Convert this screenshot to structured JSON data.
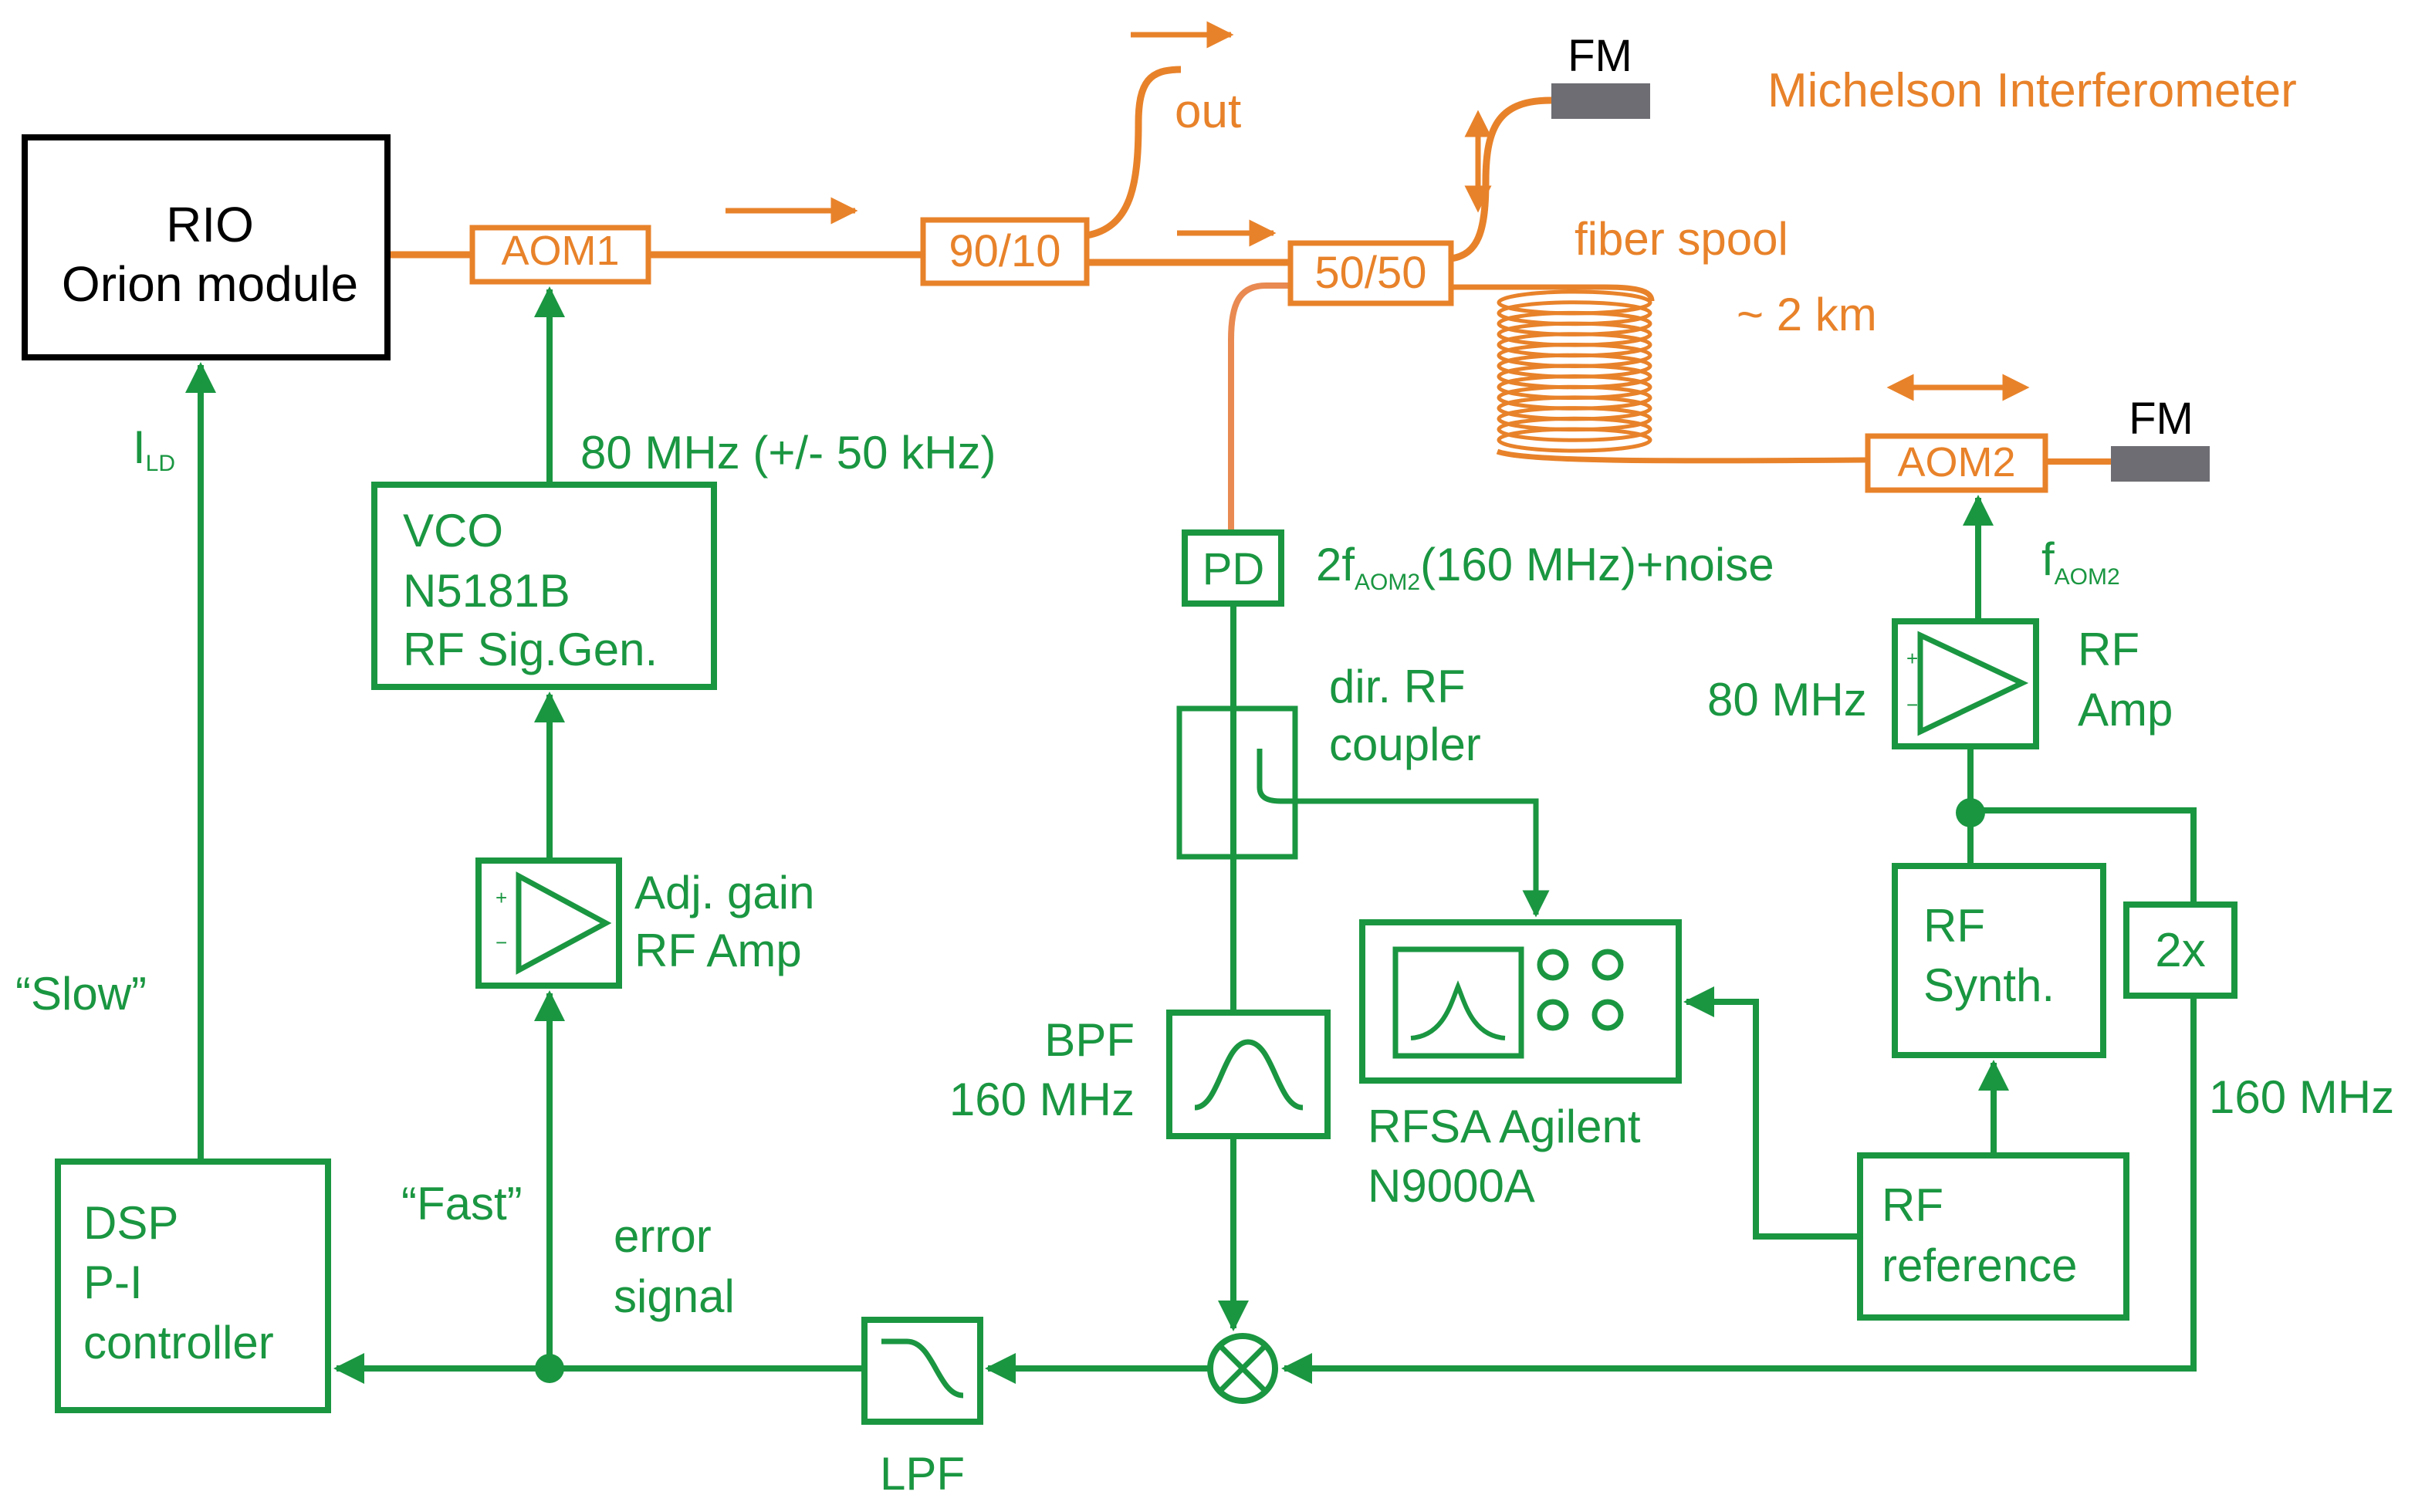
{
  "colors": {
    "green": "#1a9641",
    "orange": "#e8822a",
    "fiber": "#e8822a",
    "fiber_light": "#e98a52",
    "mirror": "#6d6d73",
    "black": "#000000"
  },
  "icons": {
    "amplifier": "triangle-amp-icon",
    "bandpass": "bandpass-curve-icon",
    "lowpass": "lowpass-curve-icon",
    "mixer": "mixer-x-circle-icon",
    "coil": "fiber-coil-icon",
    "analyzer": "spectrum-analyzer-icon"
  },
  "blocks": {
    "rio_line1": "RIO",
    "rio_line2": "Orion module",
    "aom1": "AOM1",
    "splitter_90_10": "90/10",
    "splitter_50_50": "50/50",
    "aom2": "AOM2",
    "fm_top": "FM",
    "fm_right": "FM",
    "vco_line1": "VCO",
    "vco_line2": "N5181B",
    "vco_line3": "RF Sig.Gen.",
    "pd": "PD",
    "dsp_line1": "DSP",
    "dsp_line2": "P-I",
    "dsp_line3": "controller",
    "rf_synth_line1": "RF",
    "rf_synth_line2": "Synth.",
    "rf_ref_line1": "RF",
    "rf_ref_line2": "reference",
    "doubler": "2x"
  },
  "labels": {
    "michelson": "Michelson Interferometer",
    "out": "out",
    "fiber_spool": "fiber spool",
    "spool_length": "~ 2 km",
    "vco_freq": "80 MHz (+/- 50 kHz)",
    "i_ld_main": "I",
    "i_ld_sub": "LD",
    "pd_signal_pre": "2f",
    "pd_signal_sub": "AOM2",
    "pd_signal_post": "(160 MHz)+noise",
    "f_aom2_main": "f",
    "f_aom2_sub": "AOM2",
    "amp2_freq": "80 MHz",
    "amp2_line1": "RF",
    "amp2_line2": "Amp",
    "coupler_line1": "dir. RF",
    "coupler_line2": "coupler",
    "adj_amp_line1": "Adj. gain",
    "adj_amp_line2": "RF Amp",
    "slow": "“Slow”",
    "fast": "“Fast”",
    "error_line1": "error",
    "error_line2": "signal",
    "bpf_line1": "BPF",
    "bpf_line2": "160 MHz",
    "rfsa_line1": "RFSA Agilent",
    "rfsa_line2": "N9000A",
    "doubler_freq": "160 MHz",
    "lpf": "LPF",
    "plus": "+",
    "minus": "−"
  }
}
